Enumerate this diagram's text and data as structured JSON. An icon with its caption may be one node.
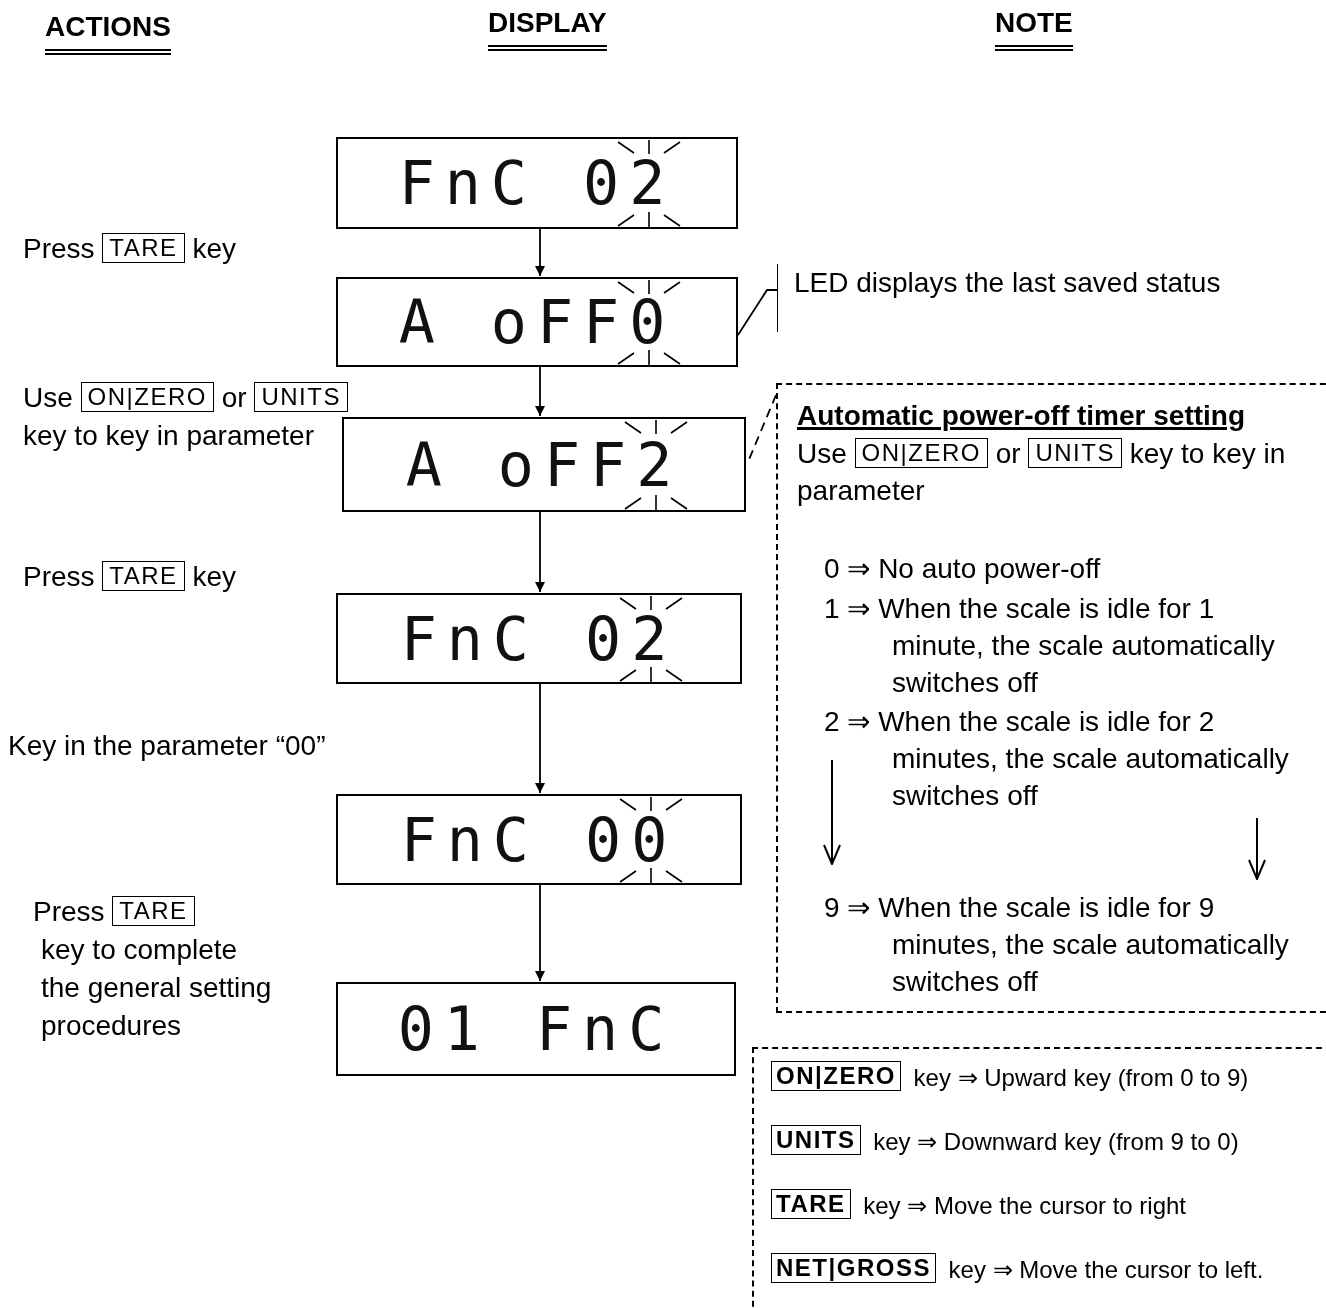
{
  "diagram": {
    "nodes": [
      {
        "text": [
          "FnC 02"
        ]
      },
      {
        "text": [
          "A oFF0"
        ]
      },
      {
        "text": [
          "A oFF2"
        ]
      },
      {
        "text": [
          "FnC 02"
        ]
      },
      {
        "text": [
          "FnC 00"
        ]
      },
      {
        "text": [
          "01 FnC"
        ]
      },
      {
        "text": [
          "LED displays the last saved status"
        ]
      },
      {
        "text": [
          "Automatic power-off timer setting",
          "Use",
          "ON|ZERO",
          "or",
          "UNITS",
          "key to key in parameter",
          "0 ⇒ No auto power-off",
          "1 ⇒ When the scale is idle for 1 minute, the scale automatically switches off",
          "2 ⇒ When the scale is idle for 2 minutes, the scale automatically switches off",
          "9 ⇒ When the scale is idle for 9 minutes, the scale automatically switches off"
        ]
      },
      {
        "text": [
          "ON|ZERO",
          "key ⇒ Upward key (from 0 to 9)",
          "UNITS",
          "key ⇒ Downward key (from 9 to 0)",
          "TARE",
          "key ⇒ Move the cursor to right",
          "NET|GROSS",
          "key ⇒ Move the cursor to left."
        ]
      }
    ],
    "edges": [
      {
        "from": 0,
        "to": 1,
        "arrow": "to"
      },
      {
        "from": 1,
        "to": 2,
        "arrow": "to"
      },
      {
        "from": 2,
        "to": 3,
        "arrow": "to"
      },
      {
        "from": 3,
        "to": 4,
        "arrow": "to"
      },
      {
        "from": 4,
        "to": 5,
        "arrow": "to"
      },
      {
        "from": 6,
        "to": 1,
        "arrow": "none"
      },
      {
        "from": 7,
        "to": 2,
        "arrow": "none",
        "style": "dashed"
      }
    ],
    "labels": [
      "ACTIONS",
      "DISPLAY",
      "NOTE",
      "Press",
      "TARE",
      "key",
      "Use",
      "ON|ZERO",
      "or",
      "UNITS",
      "key to key in parameter",
      "Press",
      "TARE",
      "key",
      "Key in the parameter “00”",
      "Press",
      "TARE",
      "key to complete the general setting procedures"
    ]
  }
}
